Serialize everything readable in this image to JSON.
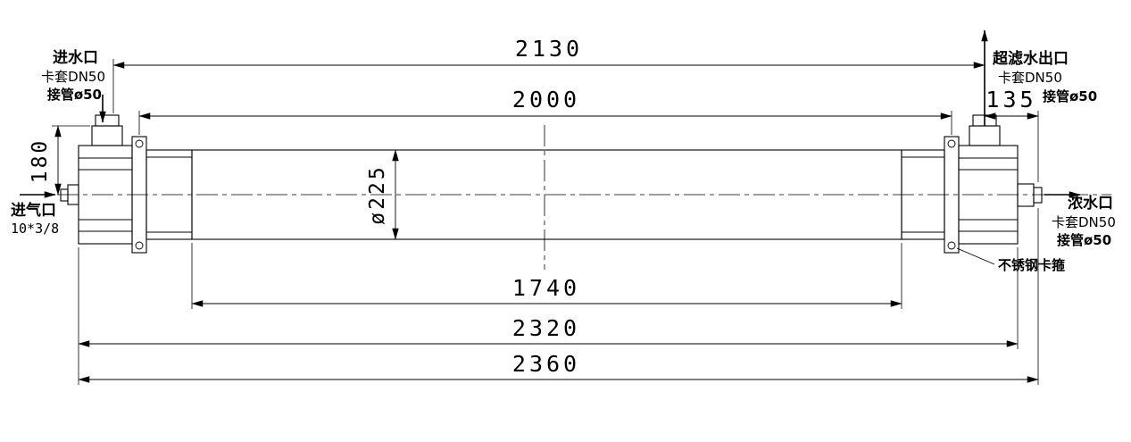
{
  "drawing": {
    "dimensions": {
      "overall_top": "2130",
      "flange_span": "2000",
      "outlet_offset": "135",
      "inlet_height": "180",
      "shell_diameter": "ø225",
      "shell_length": "1740",
      "body_length": "2320",
      "overall_length": "2360"
    },
    "ports": {
      "feed_inlet": {
        "title": "进水口",
        "line2": "卡套DN50",
        "line3": "接管ø50"
      },
      "uf_outlet": {
        "title": "超滤水出口",
        "line2": "卡套DN50",
        "line3": "接管ø50"
      },
      "air_inlet": {
        "title": "进气口",
        "line2": "10*3/8"
      },
      "concentrate_outlet": {
        "title": "浓水口",
        "line2": "卡套DN50",
        "line3": "接管ø50"
      }
    },
    "notes": {
      "clamp": "不锈钢卡箍"
    }
  }
}
